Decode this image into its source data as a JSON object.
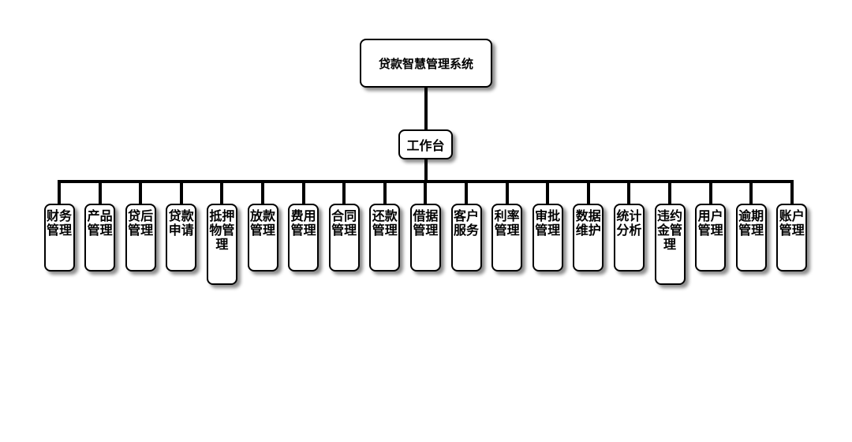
{
  "root": {
    "label": "贷款智慧管理系统"
  },
  "middle": {
    "label": "工作台"
  },
  "leaves": [
    "财务管理",
    "产品管理",
    "贷后管理",
    "贷款申请",
    "抵押物管理",
    "放款管理",
    "费用管理",
    "合同管理",
    "还款管理",
    "借据管理",
    "客户服务",
    "利率管理",
    "审批管理",
    "数据维护",
    "统计分析",
    "违约金管理",
    "用户管理",
    "逾期管理",
    "账户管理"
  ]
}
